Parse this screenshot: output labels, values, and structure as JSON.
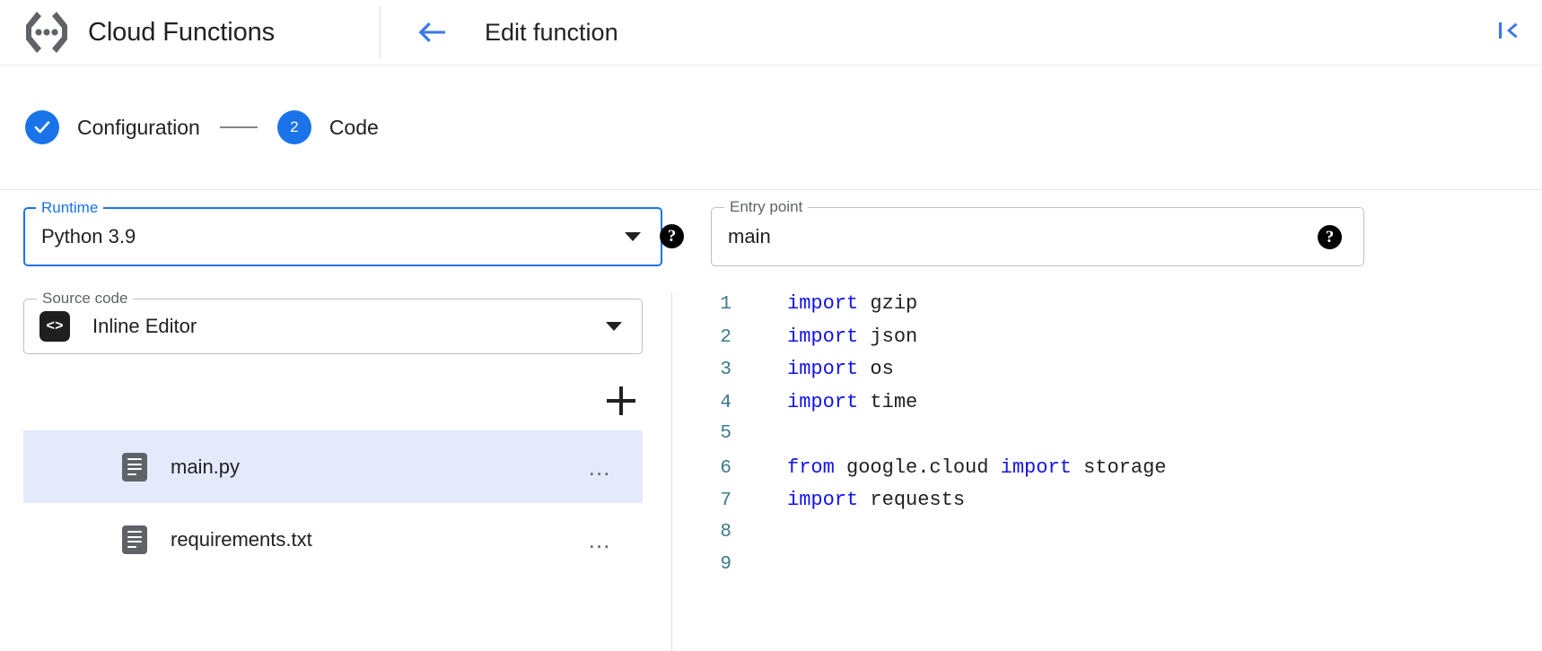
{
  "header": {
    "logo_icon": "cloud-functions-logo-icon",
    "product_title": "Cloud Functions",
    "back_icon": "arrow-back-icon",
    "page_title": "Edit function",
    "collapse_icon": "collapse-panel-left-icon"
  },
  "stepper": {
    "steps": [
      {
        "marker": "✓",
        "label": "Configuration",
        "state": "complete"
      },
      {
        "marker": "2",
        "label": "Code",
        "state": "active"
      }
    ],
    "connector": "—",
    "accent_color": "#1a73e8"
  },
  "form": {
    "runtime": {
      "legend": "Runtime",
      "value": "Python 3.9",
      "focused": true,
      "help_glyph": "?",
      "help_icon": "help-icon",
      "arrow_icon": "chevron-down-icon"
    },
    "entry_point": {
      "legend": "Entry point",
      "value": "main",
      "focused": false,
      "help_glyph": "?",
      "help_icon": "help-icon"
    },
    "source_code": {
      "legend": "Source code",
      "value": "Inline Editor",
      "badge_glyph": "<>",
      "badge_icon": "code-icon",
      "arrow_icon": "chevron-down-icon"
    }
  },
  "files": {
    "add_label": "+",
    "add_icon": "add-file-icon",
    "more_glyph": "…",
    "items": [
      {
        "name": "main.py",
        "selected": true,
        "icon": "file-document-icon"
      },
      {
        "name": "requirements.txt",
        "selected": false,
        "icon": "file-document-icon"
      }
    ]
  },
  "editor": {
    "language": "python",
    "lines": [
      {
        "no": "1",
        "tokens": [
          {
            "t": "import",
            "k": true
          },
          {
            "t": " gzip",
            "k": false
          }
        ]
      },
      {
        "no": "2",
        "tokens": [
          {
            "t": "import",
            "k": true
          },
          {
            "t": " json",
            "k": false
          }
        ]
      },
      {
        "no": "3",
        "tokens": [
          {
            "t": "import",
            "k": true
          },
          {
            "t": " os",
            "k": false
          }
        ]
      },
      {
        "no": "4",
        "tokens": [
          {
            "t": "import",
            "k": true
          },
          {
            "t": " time",
            "k": false
          }
        ]
      },
      {
        "no": "5",
        "tokens": []
      },
      {
        "no": "6",
        "tokens": [
          {
            "t": "from",
            "k": true
          },
          {
            "t": " google.cloud ",
            "k": false
          },
          {
            "t": "import",
            "k": true
          },
          {
            "t": " storage",
            "k": false
          }
        ]
      },
      {
        "no": "7",
        "tokens": [
          {
            "t": "import",
            "k": true
          },
          {
            "t": " requests",
            "k": false
          }
        ]
      },
      {
        "no": "8",
        "tokens": []
      },
      {
        "no": "9",
        "tokens": []
      }
    ]
  },
  "colors": {
    "accent": "#1a73e8",
    "selected_row": "#e4eafb",
    "keyword": "#1313e8",
    "line_number": "#3a7a85",
    "border": "#dadce0"
  }
}
